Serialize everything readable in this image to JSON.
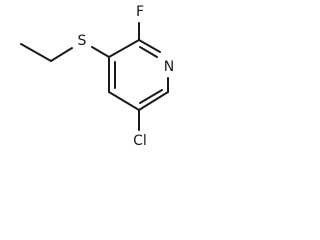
{
  "structure": {
    "atoms": {
      "fluorine": "F",
      "sulfur": "S",
      "nitrogen": "N",
      "chlorine": "Cl"
    },
    "colors": {
      "ink": "#1a1a1a",
      "background": "#ffffff"
    }
  }
}
